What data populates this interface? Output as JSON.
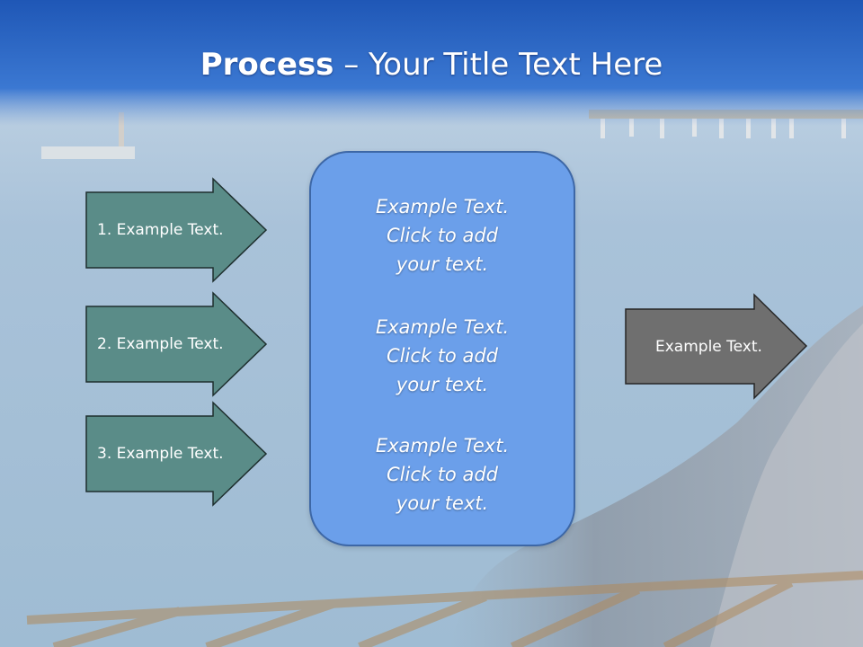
{
  "slide": {
    "title_bold": "Process",
    "title_rest": " – Your Title Text Here"
  },
  "inputs": [
    {
      "label": "1. Example Text."
    },
    {
      "label": "2. Example Text."
    },
    {
      "label": "3. Example Text."
    }
  ],
  "center": {
    "blocks": [
      {
        "line1": "Example Text.",
        "line2": "Click  to add",
        "line3": "your text."
      },
      {
        "line1": "Example Text.",
        "line2": "Click  to add",
        "line3": "your text."
      },
      {
        "line1": "Example Text.",
        "line2": "Click  to add",
        "line3": "your text."
      }
    ]
  },
  "output": {
    "label": "Example Text."
  },
  "colors": {
    "header_blue": "#2f68c4",
    "input_arrow": "#5a8c88",
    "center_box": "#6b9fea",
    "output_arrow": "#6f6f6f"
  }
}
